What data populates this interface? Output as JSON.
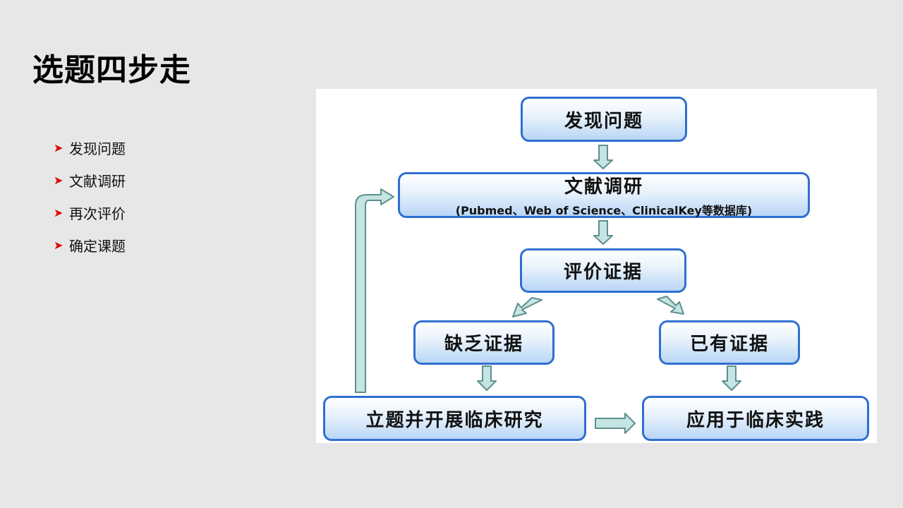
{
  "slide": {
    "title": "选题四步走",
    "bullets": [
      "发现问题",
      "文献调研",
      "再次评价",
      "确定课题"
    ]
  },
  "flowchart": {
    "nodes": {
      "discover": "发现问题",
      "literature": "文献调研",
      "literature_sub": "(Pubmed、Web of Science、ClinicalKey等数据库)",
      "evaluate": "评价证据",
      "lack": "缺乏证据",
      "have": "已有证据",
      "research": "立题并开展临床研究",
      "apply": "应用于临床实践"
    },
    "colors": {
      "node_border": "#2f6fd1",
      "arrow_fill": "#c5e4e4",
      "arrow_stroke": "#5f8f8f"
    }
  }
}
